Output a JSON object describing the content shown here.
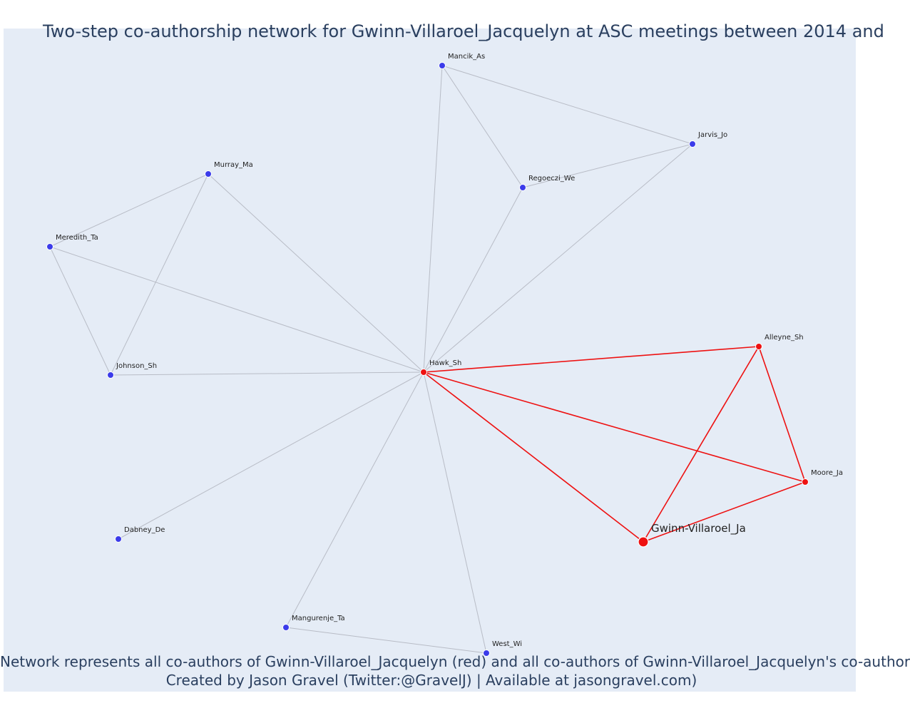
{
  "title": "Two-step co-authorship network for Gwinn-Villaroel_Jacquelyn at ASC meetings between 2014 and",
  "footer": {
    "line1": "Network represents all co-authors of Gwinn-Villaroel_Jacquelyn (red) and all co-authors of Gwinn-Villaroel_Jacquelyn's co-author",
    "line2": "Created by Jason Gravel (Twitter:@GravelJ) | Available at jasongravel.com)"
  },
  "colors": {
    "plot_background": "#e5ecf6",
    "red": "#ee1111",
    "blue": "#3b3bea",
    "grey_edge": "#b8bcc6"
  },
  "nodes": [
    {
      "id": "Mancik_As",
      "label": "Mancik_As",
      "color": "blue"
    },
    {
      "id": "Jarvis_Jo",
      "label": "Jarvis_Jo",
      "color": "blue"
    },
    {
      "id": "Regoeczi_We",
      "label": "Regoeczi_We",
      "color": "blue"
    },
    {
      "id": "Murray_Ma",
      "label": "Murray_Ma",
      "color": "blue"
    },
    {
      "id": "Meredith_Ta",
      "label": "Meredith_Ta",
      "color": "blue"
    },
    {
      "id": "Johnson_Sh",
      "label": "Johnson_Sh",
      "color": "blue"
    },
    {
      "id": "Hawk_Sh",
      "label": "Hawk_Sh",
      "color": "red"
    },
    {
      "id": "Alleyne_Sh",
      "label": "Alleyne_Sh",
      "color": "red"
    },
    {
      "id": "Moore_Ja",
      "label": "Moore_Ja",
      "color": "red"
    },
    {
      "id": "Gwinn-Villaroel_Ja",
      "label": "Gwinn-Villaroel_Ja",
      "color": "red",
      "focal": true
    },
    {
      "id": "Dabney_De",
      "label": "Dabney_De",
      "color": "blue"
    },
    {
      "id": "Mangurenje_Ta",
      "label": "Mangurenje_Ta",
      "color": "blue"
    },
    {
      "id": "West_Wi",
      "label": "West_Wi",
      "color": "blue"
    }
  ],
  "edges": [
    {
      "from": "Mancik_As",
      "to": "Jarvis_Jo",
      "color": "grey"
    },
    {
      "from": "Mancik_As",
      "to": "Regoeczi_We",
      "color": "grey"
    },
    {
      "from": "Mancik_As",
      "to": "Hawk_Sh",
      "color": "grey"
    },
    {
      "from": "Regoeczi_We",
      "to": "Jarvis_Jo",
      "color": "grey"
    },
    {
      "from": "Regoeczi_We",
      "to": "Hawk_Sh",
      "color": "grey"
    },
    {
      "from": "Jarvis_Jo",
      "to": "Hawk_Sh",
      "color": "grey"
    },
    {
      "from": "Murray_Ma",
      "to": "Meredith_Ta",
      "color": "grey"
    },
    {
      "from": "Murray_Ma",
      "to": "Johnson_Sh",
      "color": "grey"
    },
    {
      "from": "Murray_Ma",
      "to": "Hawk_Sh",
      "color": "grey"
    },
    {
      "from": "Meredith_Ta",
      "to": "Johnson_Sh",
      "color": "grey"
    },
    {
      "from": "Meredith_Ta",
      "to": "Hawk_Sh",
      "color": "grey"
    },
    {
      "from": "Johnson_Sh",
      "to": "Hawk_Sh",
      "color": "grey"
    },
    {
      "from": "Dabney_De",
      "to": "Hawk_Sh",
      "color": "grey"
    },
    {
      "from": "Mangurenje_Ta",
      "to": "Hawk_Sh",
      "color": "grey"
    },
    {
      "from": "Mangurenje_Ta",
      "to": "West_Wi",
      "color": "grey"
    },
    {
      "from": "West_Wi",
      "to": "Hawk_Sh",
      "color": "grey"
    },
    {
      "from": "Hawk_Sh",
      "to": "Alleyne_Sh",
      "color": "red"
    },
    {
      "from": "Hawk_Sh",
      "to": "Moore_Ja",
      "color": "red"
    },
    {
      "from": "Hawk_Sh",
      "to": "Gwinn-Villaroel_Ja",
      "color": "red"
    },
    {
      "from": "Alleyne_Sh",
      "to": "Moore_Ja",
      "color": "red"
    },
    {
      "from": "Alleyne_Sh",
      "to": "Gwinn-Villaroel_Ja",
      "color": "red"
    },
    {
      "from": "Moore_Ja",
      "to": "Gwinn-Villaroel_Ja",
      "color": "red"
    }
  ]
}
